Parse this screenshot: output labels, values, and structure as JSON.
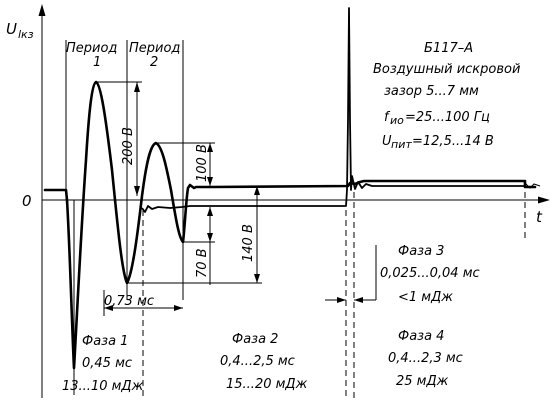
{
  "axes": {
    "y_label": "U",
    "y_sub": "lкз",
    "origin": "0",
    "t_label": "t"
  },
  "periods": {
    "period1_word": "Период",
    "period1_num": "1",
    "period2_word": "Период",
    "period2_num": "2"
  },
  "dims": {
    "v200": "200 В",
    "v100": "100 В",
    "v70": "70 В",
    "v140": "140 В",
    "t073": "0,73 мс"
  },
  "info": {
    "model": "Б117–А",
    "gap_line1": "Воздушный искровой",
    "gap_line2": "зазор 5...7 мм",
    "freq": "f",
    "freq_sub": "ио",
    "freq_val": "=25...100 Гц",
    "volt": "U",
    "volt_sub": "пит",
    "volt_val": "=12,5...14  В"
  },
  "phases": {
    "phase1": {
      "name": "Фаза 1",
      "time": "0,45 мс",
      "energy": "13...10 мДж"
    },
    "phase2": {
      "name": "Фаза 2",
      "time": "0,4...2,5 мс",
      "energy": "15...20 мДж"
    },
    "phase3": {
      "name": "Фаза 3",
      "time": "0,025...0,04 мс",
      "energy": "<1 мДж"
    },
    "phase4": {
      "name": "Фаза 4",
      "time": "0,4...2,3 мс",
      "energy": "25 мДж"
    }
  }
}
